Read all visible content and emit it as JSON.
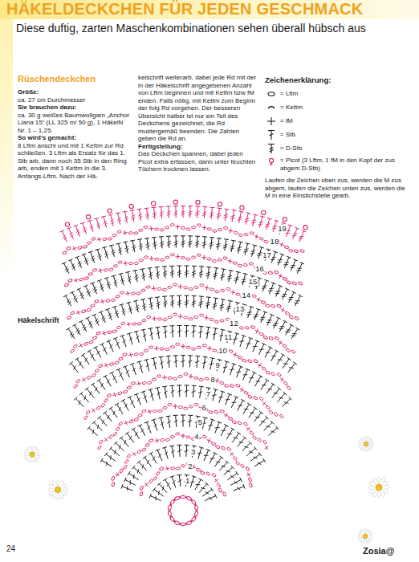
{
  "diagram": {
    "title": "HÄKELDECKCHEN FÜR JEDEN GESCHMACK",
    "labels": [
      "Diese duftig, zarten Maschenkombinationen sehen überall hübsch aus",
      "Rüschendeckchen",
      "Größe:",
      "ca. 27 cm Durchmesser",
      "Sie brauchen dazu:",
      "ca. 30 g weißes Baumwollgarn „Anchor Liana 15“ (LL 325 m/ 50 g), 1 HäkelN Nr. 1 – 1,25.",
      "So wird's gemacht:",
      "8 Lftm anschl und mit 1 Kettm zur Rd schließen. 3 Lftm als Ersatz für das 1. Stb arb, dann noch 35 Stb in den Ring arb, enden mit 1 Kettm in die 3. Anfangs-Lftm. Nach der Hä-",
      "kelschrift weiterarb, dabei jede Rd mit der in der Häkelschrift angegebenen Anzahl von Lftm beginnen und mit Kettm bzw fM enden. Falls nötig, mit Kettm zum Beginn der folg Rd vorgehen. Der besseren Übersicht halber ist nur ein Teil des Deckchens gezeichnet, die Rd mustergemäß beenden. Die Zahlen geben die Rd an.",
      "Fertigstellung:",
      "Das Deckchen spannen, dabei jeden Picot extra erfassen, dann unter feuchten Tüchern trocknen lassen.",
      "Zeichenerklärung:",
      "Laufen die Zeichen oben zus, werden die M zus abgem, laufen die Zeichen unten zus, werden die M in eine Einstichstelle gearb.",
      "Häkelschrift",
      "1",
      "2",
      "3",
      "4",
      "5",
      "6",
      "7",
      "8",
      "9",
      "10",
      "11",
      "12",
      "13",
      "14",
      "15",
      "16",
      "17",
      "18",
      "19",
      "24",
      "Zosia@"
    ],
    "legend": [
      {
        "text": "= Lftm"
      },
      {
        "text": "= Kettm"
      },
      {
        "text": "= fM"
      },
      {
        "text": "= Stb"
      },
      {
        "text": "= D-Stb"
      },
      {
        "text": "= Picot (3 Lftm, 1 fM in den Kopf der zus abgem D-Stb)"
      }
    ]
  }
}
